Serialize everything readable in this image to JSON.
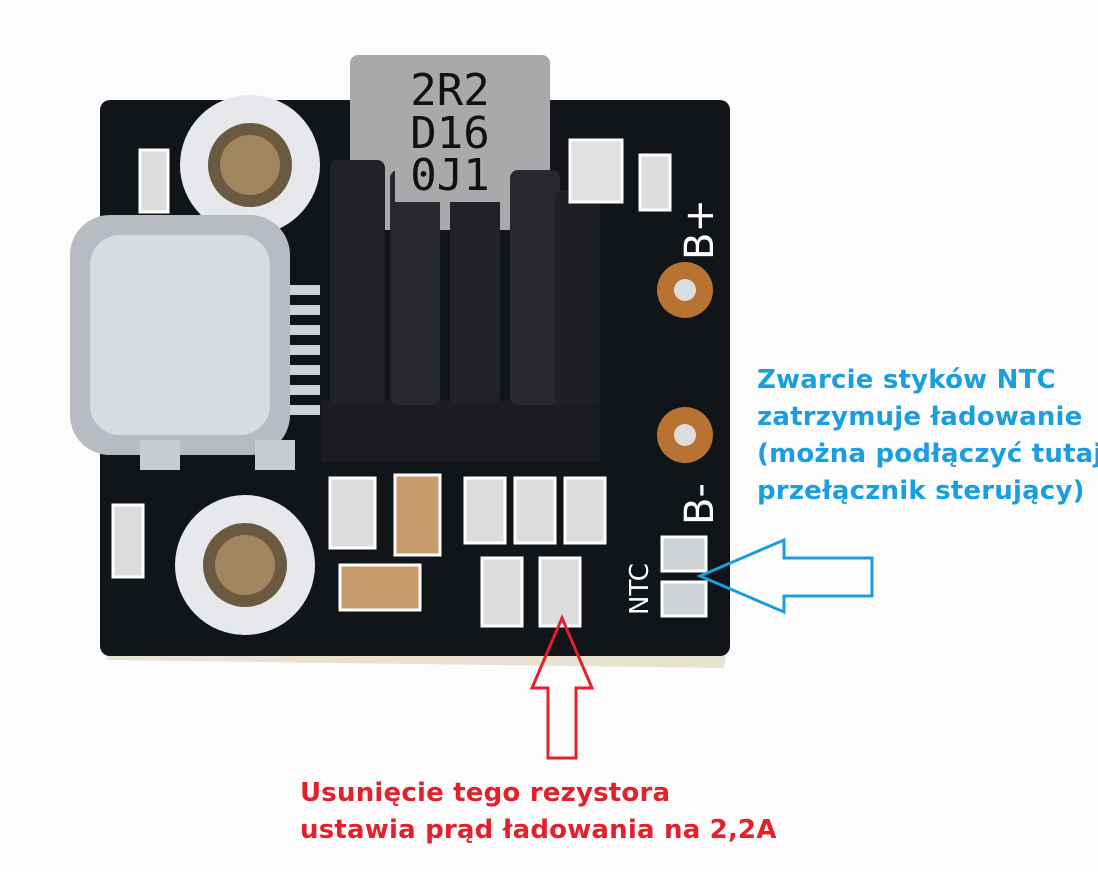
{
  "board": {
    "inductor_marking": [
      "2R2",
      "D16",
      "0J1"
    ],
    "silkscreen": {
      "b_plus": "B+",
      "b_minus": "B-",
      "ntc": "NTC"
    },
    "colors": {
      "pcb": "#111418",
      "pad": "#d9d9d9",
      "copper": "#b87333",
      "inductor": "#a9a9ab"
    }
  },
  "annotations": {
    "ntc_note": {
      "lines": [
        "Zwarcie styków NTC",
        "zatrzymuje ładowanie",
        "(można podłączyć tutaj",
        "przełącznik sterujący)"
      ],
      "color": "#1a9ee0",
      "arrow_direction": "left"
    },
    "resistor_note": {
      "lines": [
        "Usunięcie tego rezystora",
        "ustawia prąd ładowania na 2,2A"
      ],
      "color": "#e3202b",
      "arrow_direction": "up"
    }
  }
}
